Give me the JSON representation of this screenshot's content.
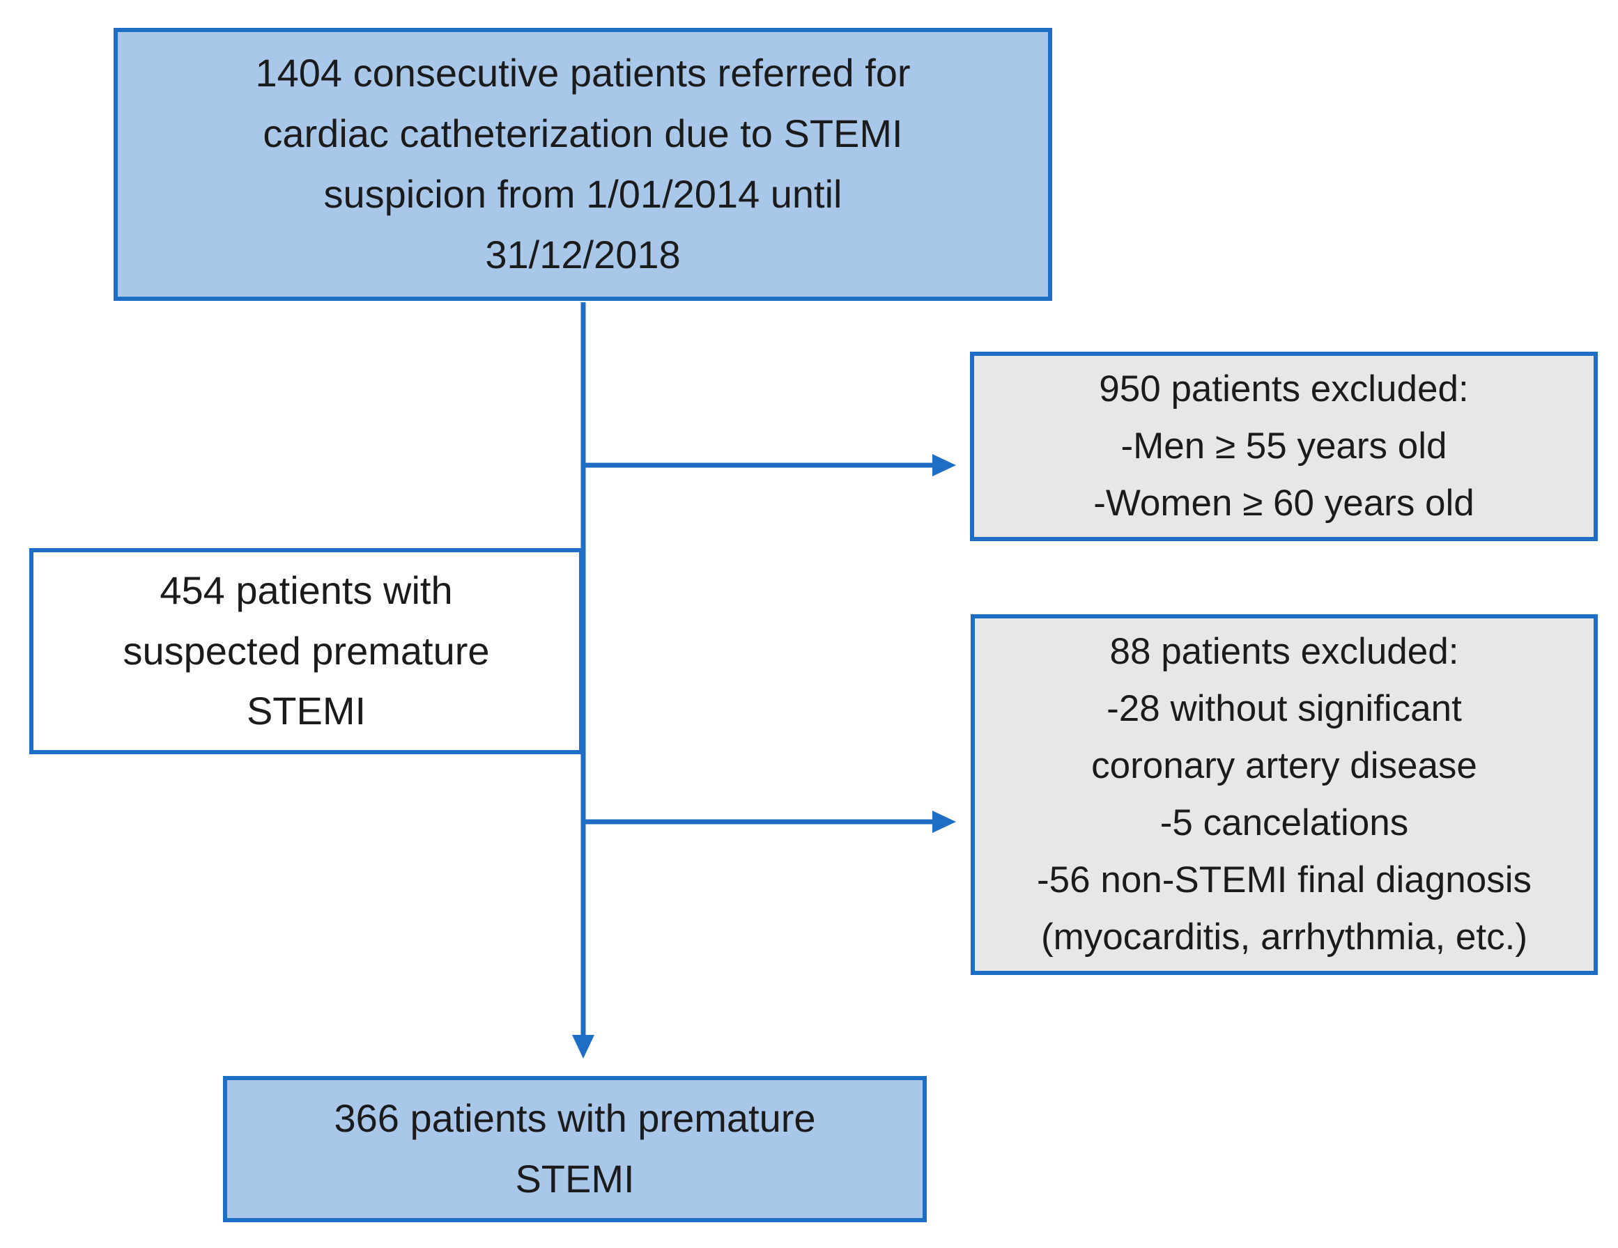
{
  "colors": {
    "blue_fill": "#a9c7e8",
    "gray_fill": "#e8e7e7",
    "white_fill": "#ffffff",
    "border": "#1f6ec5",
    "connector": "#1f6ec5",
    "text": "#1b1b1b",
    "background": "#ffffff"
  },
  "icons": {
    "arrowhead_down": "▼",
    "arrowhead_right": "▶"
  },
  "boxes": {
    "initial": {
      "style": "blue",
      "lines": [
        "1404 consecutive patients referred for",
        "cardiac catheterization due to STEMI",
        "suspicion from 1/01/2014 until",
        "31/12/2018"
      ]
    },
    "excluded_age": {
      "style": "gray",
      "lines": [
        "950 patients excluded:",
        "-Men ≥ 55 years old",
        "-Women ≥ 60 years old"
      ]
    },
    "suspected": {
      "style": "white",
      "lines": [
        "454 patients with",
        "suspected premature",
        "STEMI"
      ]
    },
    "excluded_clinical": {
      "style": "gray",
      "lines": [
        "88 patients excluded:",
        "-28 without significant",
        "coronary artery disease",
        "-5 cancelations",
        "-56 non-STEMI final diagnosis",
        "(myocarditis, arrhythmia, etc.)"
      ]
    },
    "final": {
      "style": "blue",
      "lines": [
        "366 patients with premature",
        "STEMI"
      ]
    }
  }
}
